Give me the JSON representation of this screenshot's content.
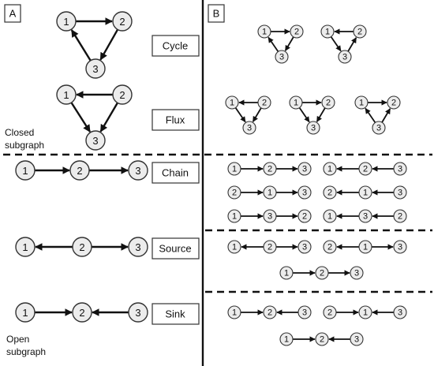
{
  "panels": {
    "a_label": "A",
    "b_label": "B"
  },
  "motifs": {
    "cycle": "Cycle",
    "flux": "Flux",
    "chain": "Chain",
    "source": "Source",
    "sink": "Sink"
  },
  "annotations": {
    "closed_line1": "Closed",
    "closed_line2": "subgraph",
    "open_line1": "Open",
    "open_line2": "subgraph"
  },
  "node_labels": [
    "1",
    "2",
    "3"
  ]
}
